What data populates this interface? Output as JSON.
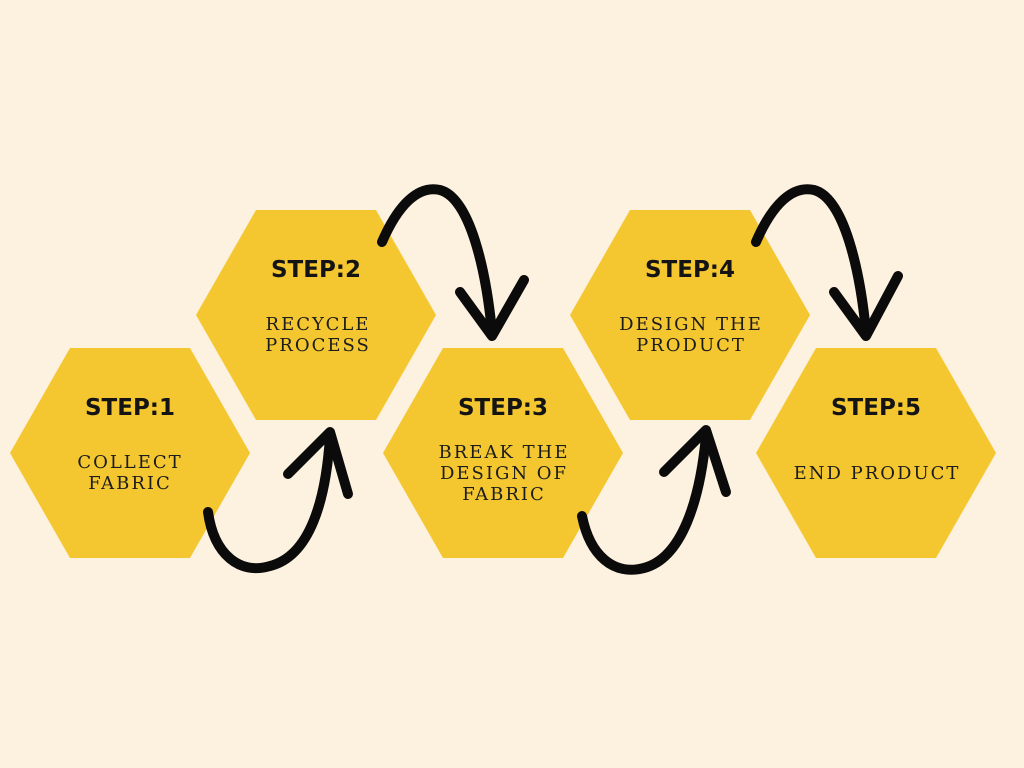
{
  "steps": [
    {
      "label": "STEP:1",
      "lines": [
        "COLLECT",
        "FABRIC"
      ]
    },
    {
      "label": "STEP:2",
      "lines": [
        "RECYCLE",
        "PROCESS"
      ]
    },
    {
      "label": "STEP:3",
      "lines": [
        "BREAK THE",
        "DESIGN OF",
        "FABRIC"
      ]
    },
    {
      "label": "STEP:4",
      "lines": [
        "DESIGN THE",
        "PRODUCT"
      ]
    },
    {
      "label": "STEP:5",
      "lines": [
        "END PRODUCT"
      ]
    }
  ],
  "colors": {
    "background": "#fdf1e0",
    "hexagon": "#f4c731",
    "arrow": "#0b0b0b",
    "text": "#141414"
  }
}
